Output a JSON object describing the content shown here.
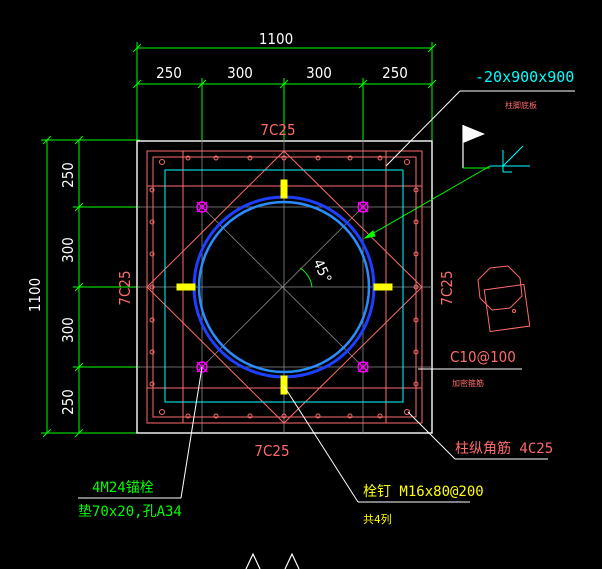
{
  "dimensions": {
    "top_total": "1100",
    "top_parts": [
      "250",
      "300",
      "300",
      "250"
    ],
    "left_total": "1100",
    "left_parts": [
      "250",
      "300",
      "300",
      "250"
    ]
  },
  "labels": {
    "plate_spec": "-20x900x900",
    "plate_note": "柱脚底板",
    "rebar_top": "7C25",
    "rebar_bottom": "7C25",
    "rebar_left": "7C25",
    "rebar_right": "7C25",
    "stirrup": "C10@100",
    "stirrup_note": "加密箍筋",
    "corner_bars": "柱纵角筋 4C25",
    "angle": "45°",
    "anchor_bolts": "4M24锚栓",
    "anchor_washer": "垫70x20,孔A34",
    "studs": "栓钉 M16x80@200",
    "studs_note": "共4列"
  },
  "colors": {
    "background": "#000000",
    "dimension": "#00ff00",
    "outline": "#ffffff",
    "rebar": "#ff6b6b",
    "plate": "#00ffff",
    "steel_tube": "#1e3fff",
    "bolt": "#ff00ff",
    "stud": "#ffff00",
    "leader": "#ffffff"
  }
}
